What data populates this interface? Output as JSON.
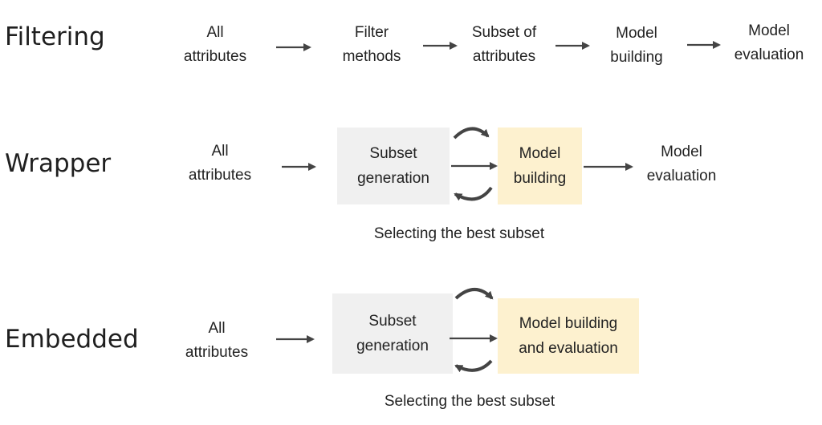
{
  "filtering": {
    "title": "Filtering",
    "steps": [
      "All\nattributes",
      "Filter\nmethods",
      "Subset of\nattributes",
      "Model\nbuilding",
      "Model\nevaluation"
    ]
  },
  "wrapper": {
    "title": "Wrapper",
    "input": "All\nattributes",
    "generation": "Subset\ngeneration",
    "model": "Model\nbuilding",
    "output": "Model\nevaluation",
    "caption": "Selecting the best subset"
  },
  "embedded": {
    "title": "Embedded",
    "input": "All\nattributes",
    "generation": "Subset\ngeneration",
    "model": "Model building\nand evaluation",
    "caption": "Selecting the best subset"
  },
  "colors": {
    "gray_box": "#f0f0f0",
    "yellow_box": "#fdf1cf",
    "arrow": "#444444"
  }
}
